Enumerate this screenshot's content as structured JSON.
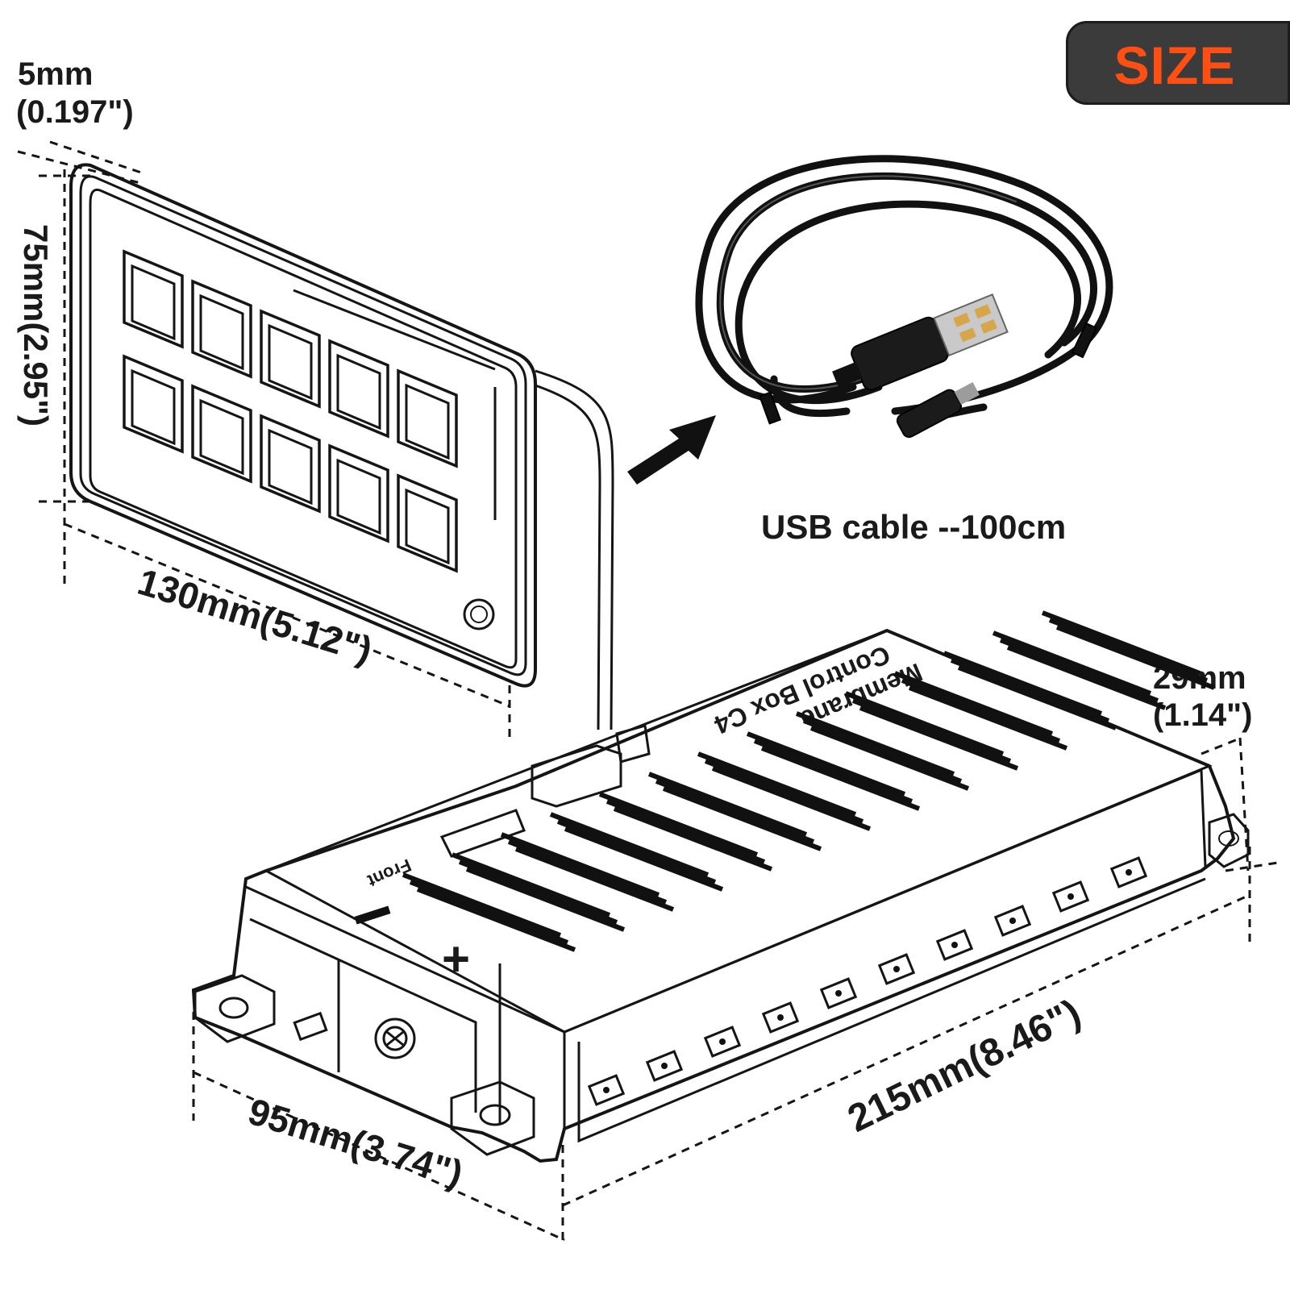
{
  "badge": {
    "label": "SIZE",
    "text_color": "#ff4f12",
    "bg_color": "#3b3b3b"
  },
  "dimensions": {
    "thickness_mm": "5mm",
    "thickness_in": "(0.197\")",
    "panel_height": "75mm(2.95\")",
    "panel_width": "130mm(5.12\")",
    "box_height_mm": "29mm",
    "box_height_in": "(1.14\")",
    "box_depth": "95mm(3.74\")",
    "box_length": "215mm(8.46\")"
  },
  "cable": {
    "label": "USB cable --100cm"
  },
  "box_print": {
    "line1": "Membrane",
    "line2": "Control Box C4",
    "front": "Front"
  },
  "panel": {
    "rows": 2,
    "columns": 5
  }
}
